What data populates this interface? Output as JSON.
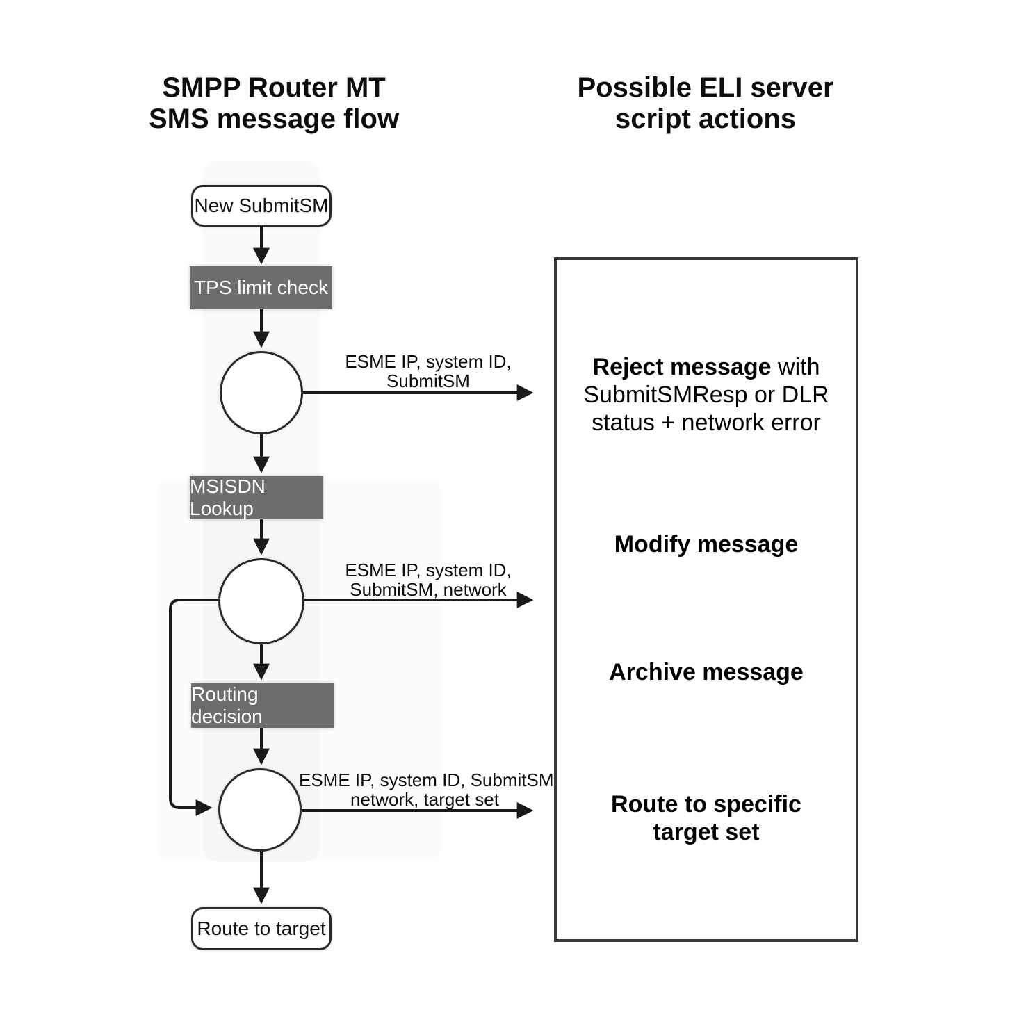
{
  "titles": {
    "left": "SMPP Router MT\nSMS message flow",
    "right": "Possible ELI server\nscript actions"
  },
  "flow": {
    "start": "New SubmitSM",
    "steps": [
      "TPS limit check",
      "MSISDN Lookup",
      "Routing decision"
    ],
    "end": "Route to target"
  },
  "arrow_labels": [
    {
      "line1": "ESME IP, system ID,",
      "line2": "SubmitSM"
    },
    {
      "line1": "ESME IP, system ID,",
      "line2": "SubmitSM, network"
    },
    {
      "line1": "ESME IP, system ID, SubmitSM,",
      "line2": "network, target set"
    }
  ],
  "actions": {
    "reject_bold": "Reject message",
    "reject_rest": " with SubmitSMResp or DLR status + network error",
    "modify": "Modify message",
    "archive": "Archive message",
    "route": "Route to specific target set"
  },
  "colors": {
    "step_box": "#6d6d6d",
    "line": "#1a1a1a",
    "box_border": "#383838"
  }
}
